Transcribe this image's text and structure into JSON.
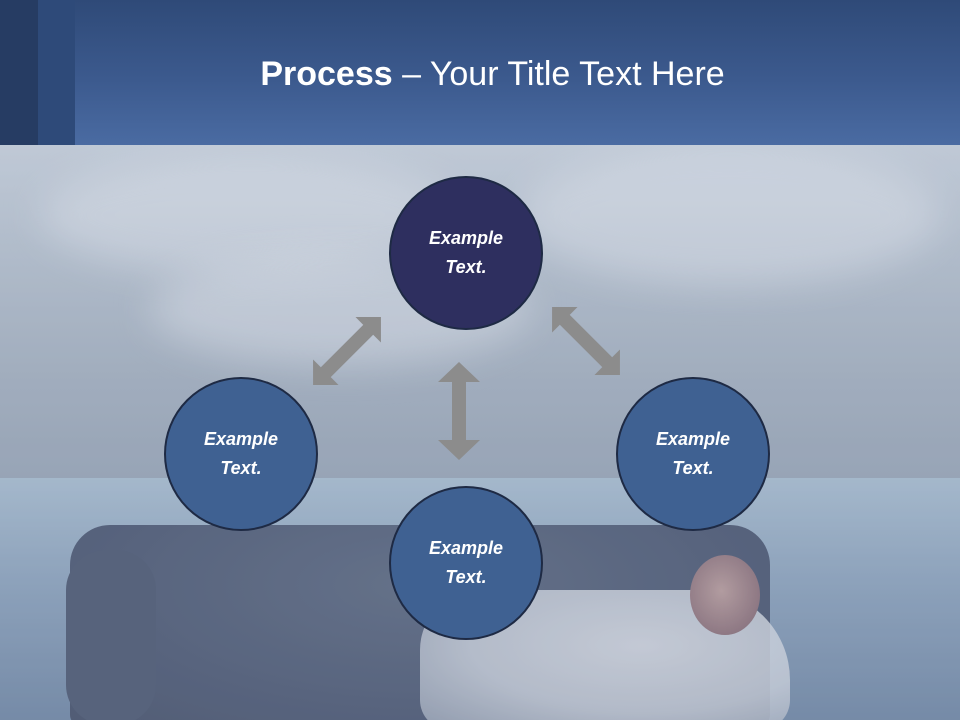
{
  "title": {
    "bold": "Process",
    "rest": " – Your Title Text Here"
  },
  "nodes": {
    "top": "Example Text.",
    "left": "Example Text.",
    "right": "Example Text.",
    "bottom": "Example Text."
  },
  "colors": {
    "header": "#3c5a8e",
    "node_top": "#2e2f5f",
    "node": "#3f6192",
    "arrow": "#8c8c8c",
    "text": "#ffffff"
  }
}
